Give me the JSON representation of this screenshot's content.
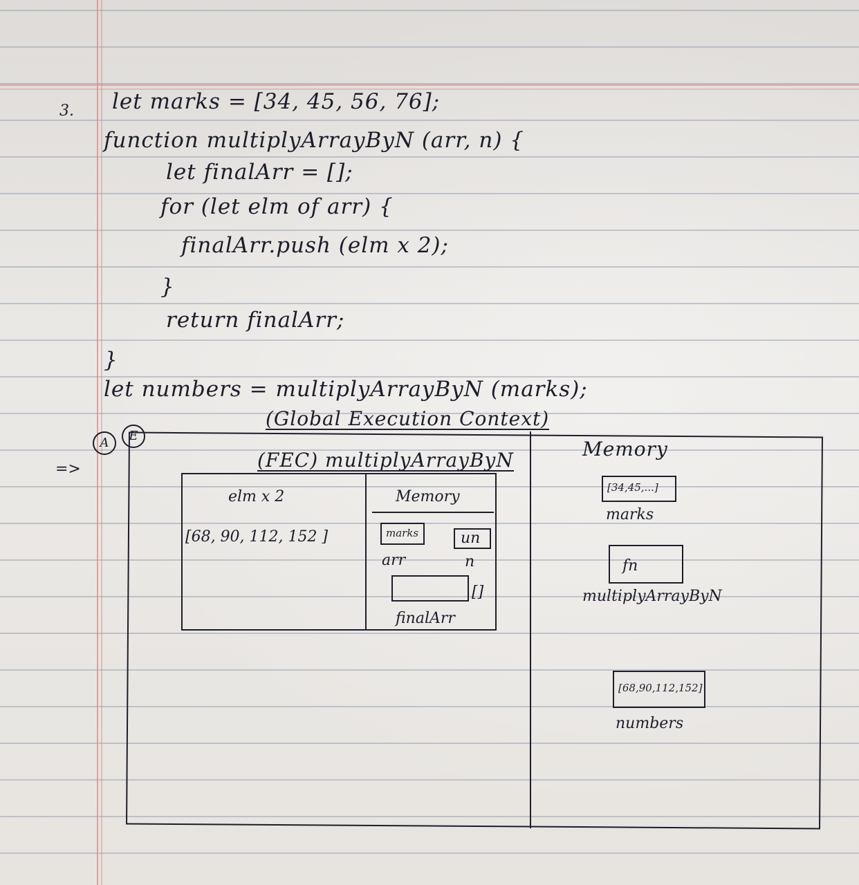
{
  "code": {
    "question_number": "3.",
    "line1": "let marks = [34, 45, 56, 76];",
    "line2": "function multiplyArrayByN (arr, n) {",
    "line3": "let finalArr = [];",
    "line4": "for (let elm of arr) {",
    "line5": "finalArr.push (elm x 2);",
    "line6": "}",
    "line7": "return finalArr;",
    "line8": "}",
    "line9": "let numbers = multiplyArrayByN (marks);"
  },
  "diagram": {
    "arrow": "=>",
    "circle_a": "A",
    "circle_e": "E",
    "gec_title": "(Global Execution Context)",
    "gec_memory": {
      "title": "Memory",
      "marks_value": "[34,45,...]",
      "marks_label": "marks",
      "fn_value": "fn",
      "fn_label": "multiplyArrayByN",
      "numbers_value": "[68,90,112,152]",
      "numbers_label": "numbers"
    },
    "fec": {
      "title": "(FEC) multiplyArrayByN",
      "code_label": "elm x 2",
      "code_value": "[68, 90, 112, 152 ]",
      "memory_title": "Memory",
      "arr_value": "marks",
      "arr_label": "arr",
      "n_value": "un",
      "n_label": "n",
      "final_value": "[]",
      "final_label": "finalArr"
    }
  },
  "colors": {
    "ink": "#1d1d2a",
    "paper": "#e9e6e2",
    "rule": "#9ba2b3",
    "margin": "#d98e8e"
  }
}
